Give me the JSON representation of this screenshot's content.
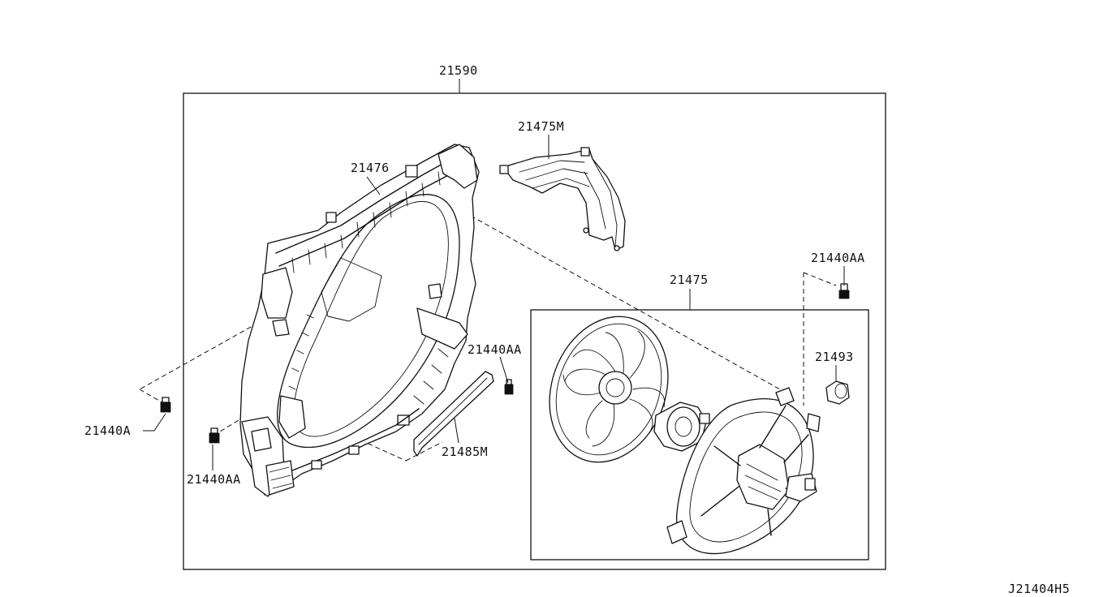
{
  "callouts": {
    "assembly": "21590",
    "shroud": "21476",
    "shroud_upper": "21475M",
    "fan_motor_assy": "21475",
    "bolt_right_top": "21440AA",
    "bolt_center": "21440AA",
    "bolt_left_bottom": "21440AA",
    "bolt_left": "21440A",
    "seal_strip": "21485M",
    "resistor": "21493"
  },
  "diagram_code": "J21404H5"
}
